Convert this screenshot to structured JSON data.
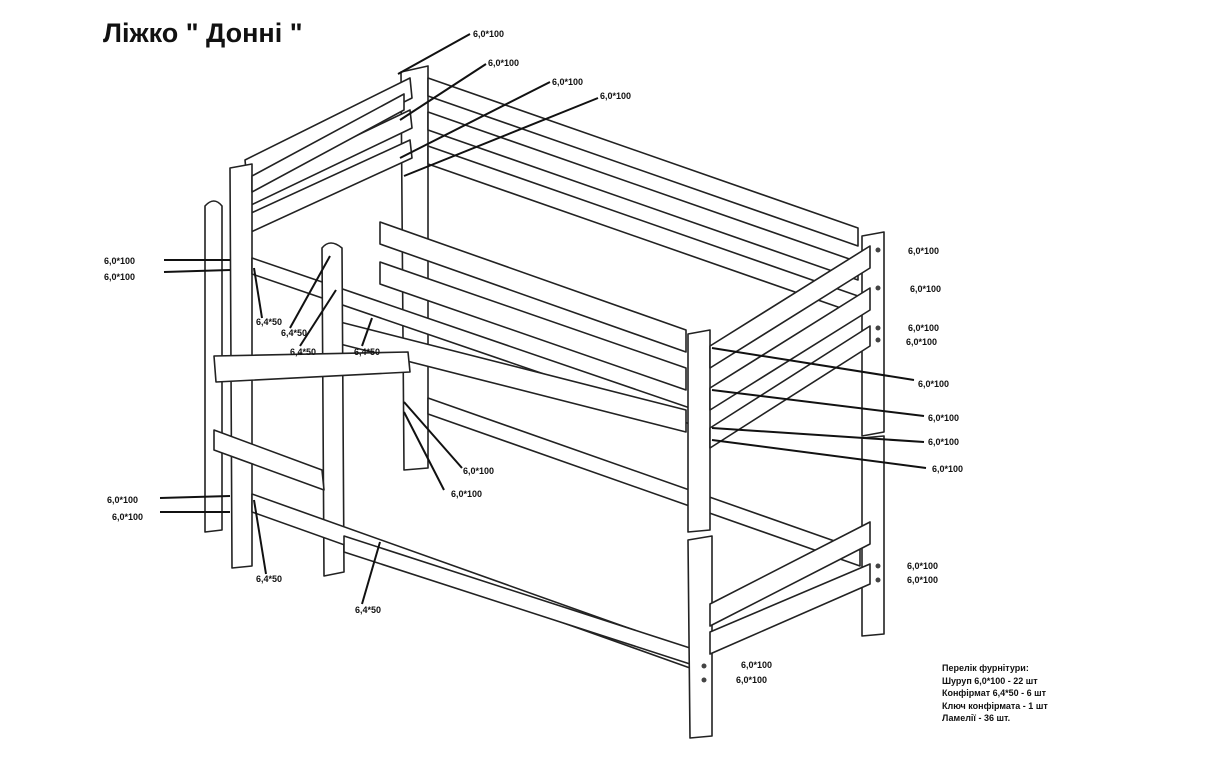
{
  "title": "Ліжко \" Донні \"",
  "labels": {
    "screw": "6,0*100",
    "confirmat": "6,4*50"
  },
  "parts_list": {
    "heading": "Перелік фурнітури:",
    "items": [
      "Шуруп  6,0*100 - 22 шт",
      "Конфірмат 6,4*50 - 6 шт",
      "Ключ конфірмата - 1 шт",
      "Ламелії - 36 шт."
    ]
  },
  "colors": {
    "line": "#222222",
    "background": "#ffffff"
  }
}
